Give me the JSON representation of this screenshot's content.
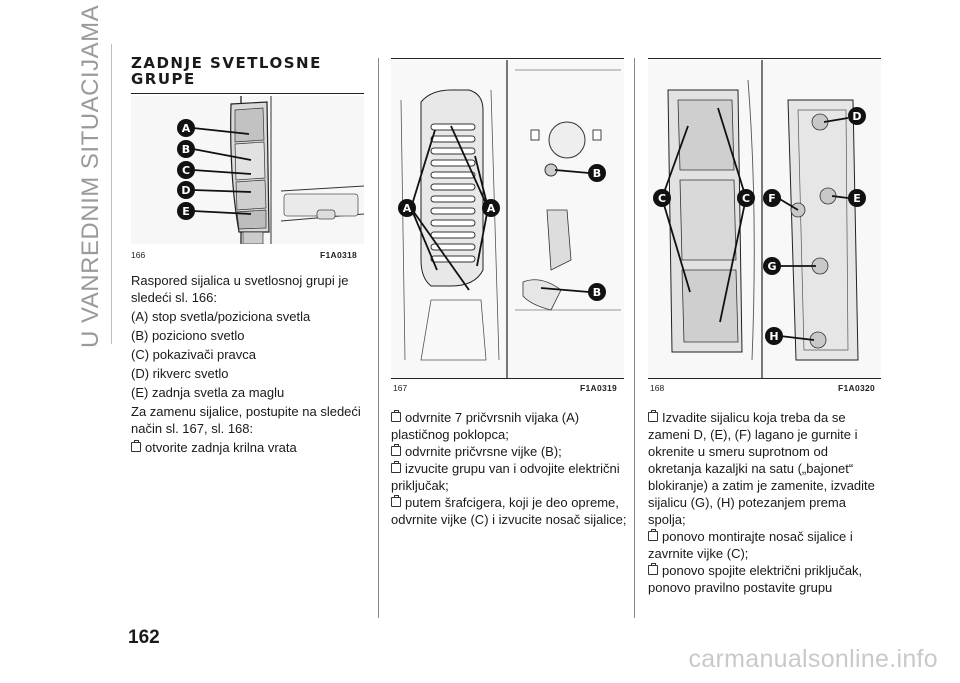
{
  "sidebar": {
    "section": "U VANREDNIM SITUACIJAMA"
  },
  "page": {
    "number": "162",
    "watermark": "carmanualsonline.info"
  },
  "section": {
    "title_line1": "ZADNJE SVETLOSNE",
    "title_line2": "GRUPE"
  },
  "figures": [
    {
      "number": "166",
      "code": "F1A0318",
      "labels": [
        "A",
        "B",
        "C",
        "D",
        "E"
      ]
    },
    {
      "number": "167",
      "code": "F1A0319",
      "labels": [
        "A",
        "A",
        "B",
        "B"
      ]
    },
    {
      "number": "168",
      "code": "F1A0320",
      "labels": [
        "C",
        "C",
        "D",
        "E",
        "F",
        "G",
        "H"
      ]
    }
  ],
  "column1": {
    "intro": "Raspored sijalica u svetlosnoj grupi je sledeći sl. 166:",
    "items": [
      "(A) stop svetla/poziciona svetla",
      "(B) poziciono svetlo",
      "(C) pokazivači pravca",
      "(D) rikverc svetlo",
      "(E) zadnja svetla za maglu"
    ],
    "instruction": "Za zamenu sijalice, postupite na sledeći način sl. 167, sl. 168:",
    "steps": [
      "otvorite zadnja krilna vrata"
    ]
  },
  "column2": {
    "steps": [
      "odvrnite 7 pričvrsnih vijaka (A) plastičnog poklopca;",
      "odvrnite pričvrsne vijke (B);",
      "izvucite grupu van i odvojite električni priključak;",
      "putem šrafcigera, koji je deo opreme, odvrnite vijke (C) i izvucite nosač sijalice;"
    ]
  },
  "column3": {
    "steps": [
      "Izvadite sijalicu koja treba da se zameni D, (E), (F) lagano je gurnite i okrenite u smeru suprotnom od okretanja kazaljki na satu („bajonet“ blokiranje) a zatim je zamenite, izvadite sijalicu (G), (H) potezanjem prema spolja;",
      "ponovo montirajte nosač sijalice i zavrnite vijke (C);",
      "ponovo spojite električni priključak, ponovo pravilno postavite grupu"
    ]
  }
}
